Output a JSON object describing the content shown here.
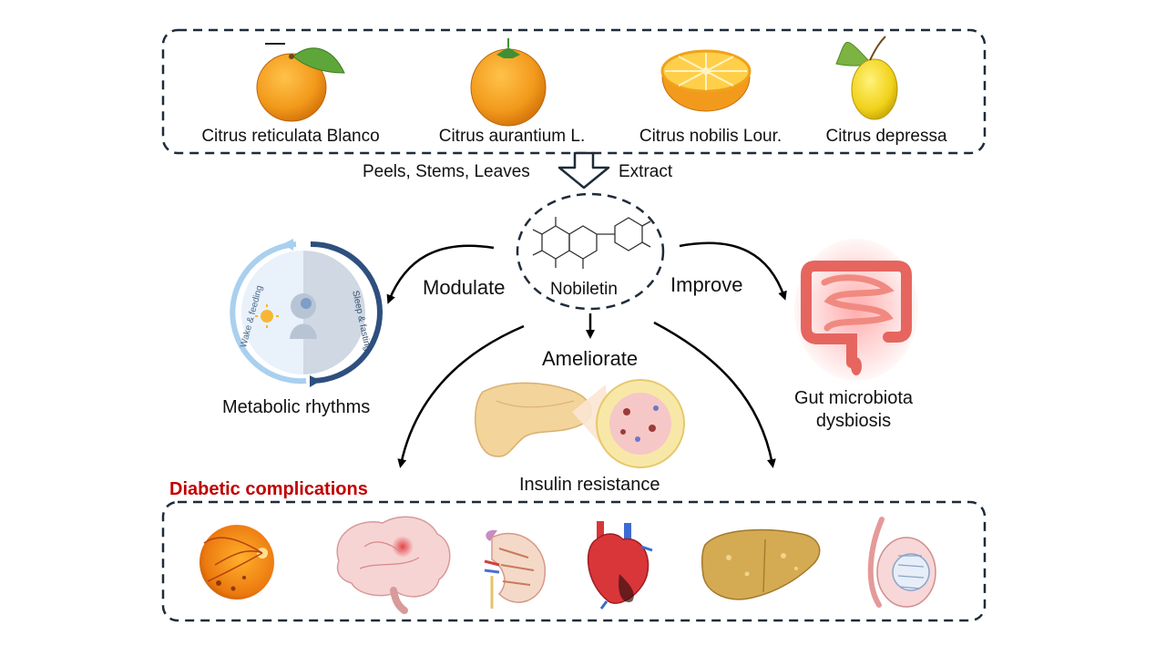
{
  "sources": {
    "items": [
      {
        "name": "Citrus reticulata Blanco"
      },
      {
        "name": "Citrus aurantium L."
      },
      {
        "name": "Citrus nobilis Lour."
      },
      {
        "name": "Citrus depressa"
      }
    ],
    "parts_label": "Peels, Stems, Leaves",
    "extract_label": "Extract"
  },
  "compound": {
    "name": "Nobiletin"
  },
  "actions": {
    "modulate": "Modulate",
    "improve": "Improve",
    "ameliorate": "Ameliorate"
  },
  "targets": {
    "metabolic_rhythms": "Metabolic rhythms",
    "wake_feeding": "Wake & feeding",
    "sleep_fasting": "Sleep & fasting",
    "gut_line1": "Gut microbiota",
    "gut_line2": "dysbiosis",
    "insulin_resistance": "Insulin resistance"
  },
  "complications": {
    "title": "Diabetic complications",
    "title_color": "#c00000"
  }
}
